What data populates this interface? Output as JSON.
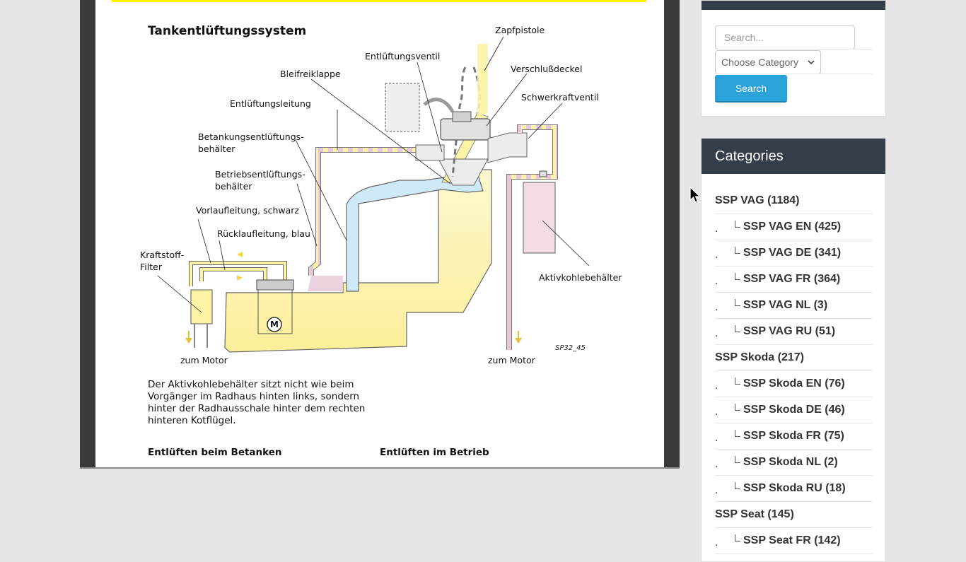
{
  "document": {
    "title": "Tankentlüftungssystem",
    "labels": {
      "zapfpistole": "Zapfpistole",
      "entlueftungsventil": "Entlüftungsventil",
      "verschlussdeckel": "Verschlußdeckel",
      "bleifreiklappe": "Bleifreiklappe",
      "schwerkraftventil": "Schwerkraftventil",
      "entlueftungsleitung": "Entlüftungsleitung",
      "betankung_1": "Betankungsentlüftungs-",
      "betankung_2": "behälter",
      "betrieb_1": "Betriebsentlüftungs-",
      "betrieb_2": "behälter",
      "vorlauf": "Vorlaufleitung, schwarz",
      "ruecklauf": "Rücklaufleitung, blau",
      "filter_1": "Kraftstoff-",
      "filter_2": "Filter",
      "aktivkohle": "Aktivkohlebehälter",
      "motor_left": "zum Motor",
      "motor_right": "zum Motor",
      "pump_letter": "M",
      "figure_id": "SP32_45"
    },
    "paragraph": "Der Aktivkohlebehälter sitzt nicht wie beim Vorgänger im Radhaus hinten links, sondern hinter der Radhausschale hinter dem rechten hinteren Kotflügel.",
    "subheading_left": "Entlüften beim Betanken",
    "subheading_right": "Entlüften im Betrieb"
  },
  "search": {
    "placeholder": "Search...",
    "category_selected": "Choose Category",
    "button_label": "Search"
  },
  "categories": {
    "heading": "Categories",
    "items": [
      {
        "label": "SSP VAG (1184)",
        "level": 0
      },
      {
        "label": "SSP VAG EN (425)",
        "level": 1
      },
      {
        "label": "SSP VAG DE (341)",
        "level": 1
      },
      {
        "label": "SSP VAG FR (364)",
        "level": 1
      },
      {
        "label": "SSP VAG NL (3)",
        "level": 1
      },
      {
        "label": "SSP VAG RU (51)",
        "level": 1
      },
      {
        "label": "SSP Skoda (217)",
        "level": 0
      },
      {
        "label": "SSP Skoda EN (76)",
        "level": 1
      },
      {
        "label": "SSP Skoda DE (46)",
        "level": 1
      },
      {
        "label": "SSP Skoda FR (75)",
        "level": 1
      },
      {
        "label": "SSP Skoda NL (2)",
        "level": 1
      },
      {
        "label": "SSP Skoda RU (18)",
        "level": 1
      },
      {
        "label": "SSP Seat (145)",
        "level": 0
      },
      {
        "label": "SSP Seat FR (142)",
        "level": 1
      }
    ],
    "sub_marker": "."
  },
  "colors": {
    "panel_header": "#353c4a",
    "search_button": "#2aa3d8",
    "highlight_bar": "#fff200",
    "fuel_yellow": "#fdf3a6",
    "vapor_pink": "#e6c8d6",
    "tank_blue": "#cfeaf7"
  }
}
